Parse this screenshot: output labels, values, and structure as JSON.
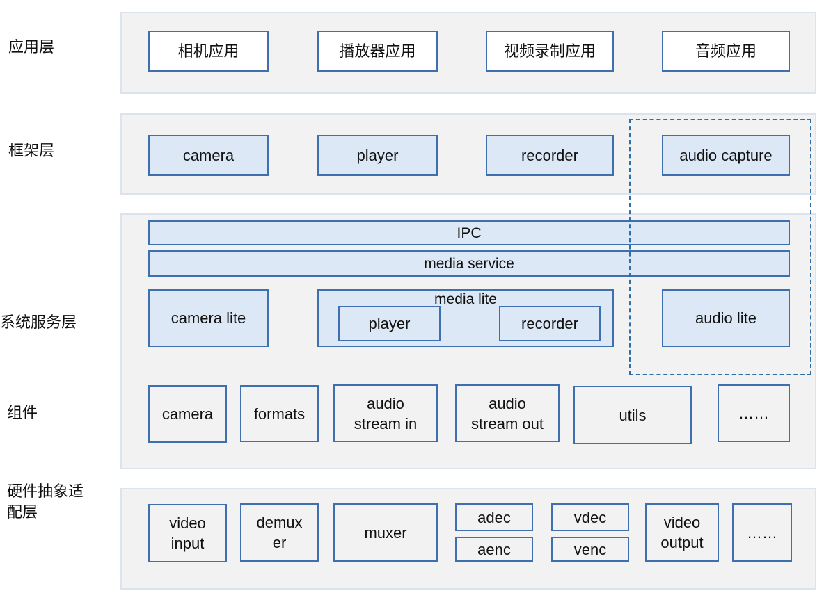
{
  "layers": {
    "app": "应用层",
    "framework": "框架层",
    "service": "系统服务层",
    "component": "组件",
    "hal_line1": "硬件抽象适",
    "hal_line2": "配层"
  },
  "app_layer": {
    "camera_app": "相机应用",
    "player_app": "播放器应用",
    "video_record_app": "视频录制应用",
    "audio_app": "音频应用"
  },
  "framework_layer": {
    "camera": "camera",
    "player": "player",
    "recorder": "recorder",
    "audio_capture": "audio capture"
  },
  "service_layer": {
    "ipc": "IPC",
    "media_service": "media service",
    "camera_lite": "camera lite",
    "media_lite": "media lite",
    "player": "player",
    "recorder": "recorder",
    "audio_lite": "audio lite"
  },
  "component_layer": {
    "camera": "camera",
    "formats": "formats",
    "audio_stream_in_1": "audio",
    "audio_stream_in_2": "stream in",
    "audio_stream_out_1": "audio",
    "audio_stream_out_2": "stream out",
    "utils": "utils",
    "more": "……"
  },
  "hal_layer": {
    "video_input_1": "video",
    "video_input_2": "input",
    "demuxer_1": "demux",
    "demuxer_2": "er",
    "muxer": "muxer",
    "adec": "adec",
    "aenc": "aenc",
    "vdec": "vdec",
    "venc": "venc",
    "video_output_1": "video",
    "video_output_2": "output",
    "more": "……"
  }
}
